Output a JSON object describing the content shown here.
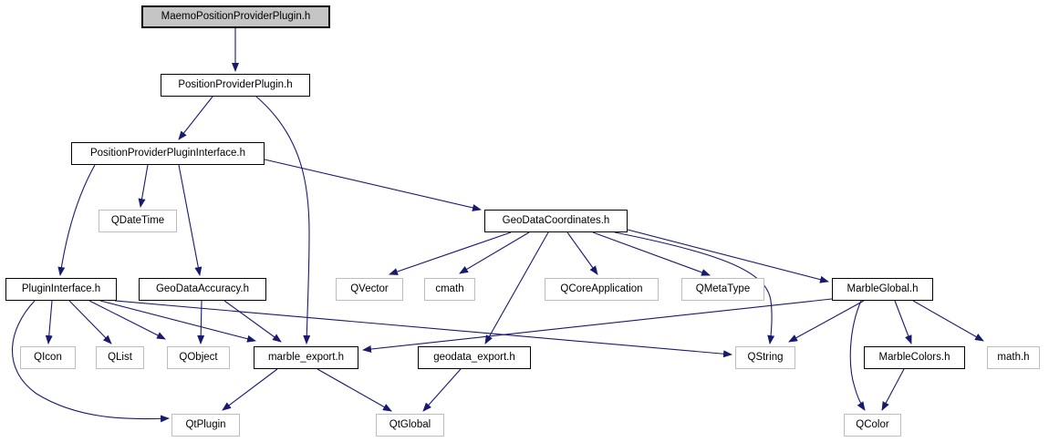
{
  "diagram": {
    "type": "include-dependency-graph",
    "root": "MaemoPositionProviderPlugin.h"
  },
  "colors": {
    "edge": "#191970",
    "node_border": "#000000",
    "external_border": "#bdbdbd",
    "root_fill": "#c5c5c5",
    "node_fill": "#ffffff",
    "background": "#ffffff",
    "text": "#000000"
  },
  "nodes": [
    {
      "id": "maemo",
      "label": "MaemoPositionProviderPlugin.h",
      "kind": "main"
    },
    {
      "id": "ppp",
      "label": "PositionProviderPlugin.h",
      "kind": "internal"
    },
    {
      "id": "pppi",
      "label": "PositionProviderPluginInterface.h",
      "kind": "internal"
    },
    {
      "id": "qdatetime",
      "label": "QDateTime",
      "kind": "external"
    },
    {
      "id": "geodatacoordinates",
      "label": "GeoDataCoordinates.h",
      "kind": "internal"
    },
    {
      "id": "plugininterface",
      "label": "PluginInterface.h",
      "kind": "internal"
    },
    {
      "id": "geodataaccuracy",
      "label": "GeoDataAccuracy.h",
      "kind": "internal"
    },
    {
      "id": "qvector",
      "label": "QVector",
      "kind": "external"
    },
    {
      "id": "cmath",
      "label": "cmath",
      "kind": "external"
    },
    {
      "id": "qcoreapplication",
      "label": "QCoreApplication",
      "kind": "external"
    },
    {
      "id": "qmetatype",
      "label": "QMetaType",
      "kind": "external"
    },
    {
      "id": "marbleglobal",
      "label": "MarbleGlobal.h",
      "kind": "internal"
    },
    {
      "id": "qicon",
      "label": "QIcon",
      "kind": "external"
    },
    {
      "id": "qlist",
      "label": "QList",
      "kind": "external"
    },
    {
      "id": "qobject",
      "label": "QObject",
      "kind": "external"
    },
    {
      "id": "marble_export",
      "label": "marble_export.h",
      "kind": "internal"
    },
    {
      "id": "geodata_export",
      "label": "geodata_export.h",
      "kind": "internal"
    },
    {
      "id": "qstring",
      "label": "QString",
      "kind": "external"
    },
    {
      "id": "marblecolors",
      "label": "MarbleColors.h",
      "kind": "internal"
    },
    {
      "id": "math_h",
      "label": "math.h",
      "kind": "external"
    },
    {
      "id": "qtplugin",
      "label": "QtPlugin",
      "kind": "external"
    },
    {
      "id": "qtglobal",
      "label": "QtGlobal",
      "kind": "external"
    },
    {
      "id": "qcolor",
      "label": "QColor",
      "kind": "external"
    }
  ],
  "edges": [
    {
      "from": "maemo",
      "to": "ppp"
    },
    {
      "from": "ppp",
      "to": "pppi"
    },
    {
      "from": "ppp",
      "to": "marble_export"
    },
    {
      "from": "pppi",
      "to": "qdatetime"
    },
    {
      "from": "pppi",
      "to": "geodatacoordinates"
    },
    {
      "from": "pppi",
      "to": "plugininterface"
    },
    {
      "from": "pppi",
      "to": "geodataaccuracy"
    },
    {
      "from": "plugininterface",
      "to": "qicon"
    },
    {
      "from": "plugininterface",
      "to": "qlist"
    },
    {
      "from": "plugininterface",
      "to": "qobject"
    },
    {
      "from": "plugininterface",
      "to": "qtplugin"
    },
    {
      "from": "plugininterface",
      "to": "qstring"
    },
    {
      "from": "plugininterface",
      "to": "marble_export"
    },
    {
      "from": "geodataaccuracy",
      "to": "qobject"
    },
    {
      "from": "geodataaccuracy",
      "to": "marble_export"
    },
    {
      "from": "geodatacoordinates",
      "to": "qvector"
    },
    {
      "from": "geodatacoordinates",
      "to": "cmath"
    },
    {
      "from": "geodatacoordinates",
      "to": "qcoreapplication"
    },
    {
      "from": "geodatacoordinates",
      "to": "qmetatype"
    },
    {
      "from": "geodatacoordinates",
      "to": "marbleglobal"
    },
    {
      "from": "geodatacoordinates",
      "to": "geodata_export"
    },
    {
      "from": "geodatacoordinates",
      "to": "qstring"
    },
    {
      "from": "marbleglobal",
      "to": "qstring"
    },
    {
      "from": "marbleglobal",
      "to": "marblecolors"
    },
    {
      "from": "marbleglobal",
      "to": "math_h"
    },
    {
      "from": "marbleglobal",
      "to": "qcolor"
    },
    {
      "from": "marbleglobal",
      "to": "marble_export"
    },
    {
      "from": "marblecolors",
      "to": "qcolor"
    },
    {
      "from": "marble_export",
      "to": "qtplugin"
    },
    {
      "from": "marble_export",
      "to": "qtglobal"
    },
    {
      "from": "geodata_export",
      "to": "qtglobal"
    }
  ]
}
